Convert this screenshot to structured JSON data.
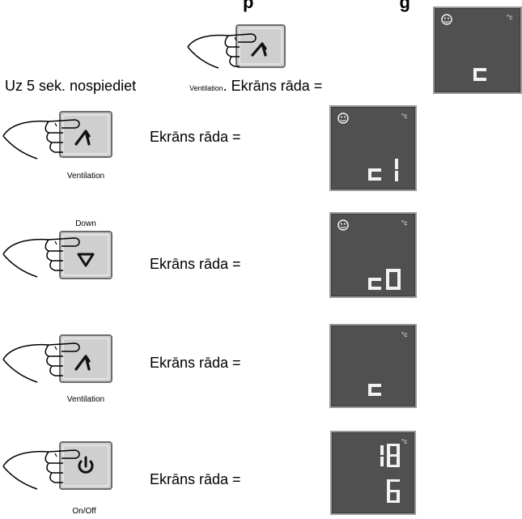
{
  "heading": "p",
  "heading_tail": "g",
  "intro": {
    "prefix": "Uz 5 sek. nospiediet",
    "button_label": "Ventilation",
    "suffix": ". Ekrāns rāda ="
  },
  "steps": [
    {
      "button": "Ventilation",
      "button_caption": "Ventilation",
      "caption_position": "below",
      "text": "Ekrāns rāda =",
      "display": [
        "c 1"
      ]
    },
    {
      "button": "Down",
      "button_caption": "Down",
      "caption_position": "above",
      "text": "Ekrāns rāda =",
      "display": [
        "c0"
      ]
    },
    {
      "button": "Ventilation",
      "button_caption": "Ventilation",
      "caption_position": "below",
      "text": "Ekrāns rāda =",
      "display": [
        "c"
      ]
    },
    {
      "button": "On/Off",
      "button_caption": "On/Off",
      "caption_position": "below",
      "text": "Ekrāns rāda =",
      "display": [
        "18",
        "6"
      ]
    }
  ],
  "display_unit": "°c",
  "colors": {
    "panel_bg": "#505050",
    "panel_border": "#9a9a9a",
    "segment": "#f2f2f2",
    "button_face": "#cfcfcf"
  },
  "icons": [
    "hand-pointing-icon",
    "fan-icon",
    "down-triangle-icon",
    "power-icon",
    "smiley-icon"
  ]
}
